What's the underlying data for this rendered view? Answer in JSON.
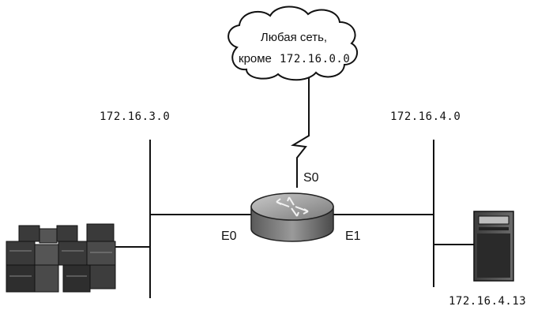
{
  "cloud": {
    "line1": "Любая сеть,",
    "line2_prefix": "кроме",
    "line2_address": "172.16.0.0"
  },
  "networks": {
    "left": "172.16.3.0",
    "right": "172.16.4.0"
  },
  "interfaces": {
    "serial": "S0",
    "ethernet0": "E0",
    "ethernet1": "E1"
  },
  "hosts": {
    "server_ip": "172.16.4.13"
  },
  "icons": {
    "cloud": "cloud-icon",
    "router": "router-icon",
    "workgroup_switch": "switch-icon",
    "server": "server-icon"
  }
}
